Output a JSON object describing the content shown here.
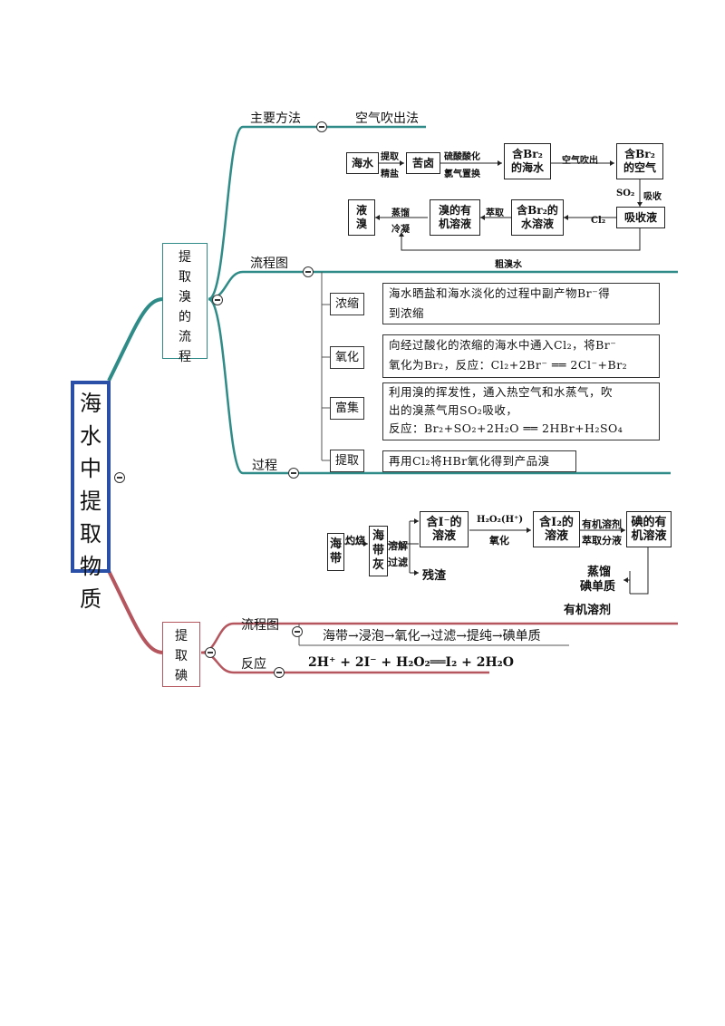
{
  "root": {
    "chars": [
      "海",
      "水",
      "中",
      "提",
      "取",
      "物",
      "质"
    ]
  },
  "bromine": {
    "title_chars": [
      "提",
      "取",
      "溴",
      "的",
      "流",
      "程"
    ],
    "method_label": "主要方法",
    "method_value": "空气吹出法",
    "flow_label": "流程图",
    "process_label": "过程",
    "flow": {
      "seawater": "海水",
      "extract_salt_top": "提取",
      "extract_salt_bottom": "精盐",
      "brine": "苦卤",
      "acidify_top": "硫酸酸化",
      "acidify_bottom": "氯气置换",
      "br2_seawater_1": "含Br₂",
      "br2_seawater_2": "的海水",
      "blow_out": "空气吹出",
      "br2_air_1": "含Br₂",
      "br2_air_2": "的空气",
      "so2": "SO₂",
      "absorb": "吸收",
      "absorb_liquid": "吸收液",
      "cl2": "Cl₂",
      "br2_aq_1": "含Br₂的",
      "br2_aq_2": "水溶液",
      "extract": "萃取",
      "br_org_1": "溴的有",
      "br_org_2": "机溶液",
      "distill_top": "蒸馏",
      "distill_bottom": "冷凝",
      "liquid_br_1": "液",
      "liquid_br_2": "溴",
      "crude_br_water": "粗溴水"
    },
    "steps": [
      {
        "tag": "浓缩",
        "lines": [
          "海水晒盐和海水淡化的过程中副产物Br⁻得",
          "到浓缩"
        ]
      },
      {
        "tag": "氧化",
        "lines": [
          "向经过酸化的浓缩的海水中通入Cl₂，将Br⁻",
          "氧化为Br₂，反应：Cl₂+2Br⁻ ══ 2Cl⁻+Br₂"
        ]
      },
      {
        "tag": "富集",
        "lines": [
          "利用溴的挥发性，通入热空气和水蒸气，吹",
          "出的溴蒸气用SO₂吸收，",
          "反应：Br₂+SO₂+2H₂O ══ 2HBr+H₂SO₄"
        ]
      },
      {
        "tag": "提取",
        "lines": [
          "再用Cl₂将HBr氧化得到产品溴"
        ]
      }
    ]
  },
  "iodine": {
    "title_chars": [
      "提",
      "取",
      "碘"
    ],
    "flow_label": "流程图",
    "reaction_label": "反应",
    "flow_text": "海带→浸泡→氧化→过滤→提纯→碘单质",
    "reaction": "2H⁺ + 2I⁻ + H₂O₂══I₂ + 2H₂O",
    "flow": {
      "kelp_1": "海",
      "kelp_2": "带",
      "burn": "灼烧",
      "ash_1": "海",
      "ash_2": "带",
      "ash_3": "灰",
      "dissolve": "溶解",
      "filter": "过滤",
      "residue": "残渣",
      "iodide_1": "含I⁻的",
      "iodide_2": "溶液",
      "oxidant": "H₂O₂(H⁺)",
      "oxidize": "氧化",
      "i2_sol_1": "含I₂的",
      "i2_sol_2": "溶液",
      "org_solvent_top": "有机溶剂",
      "extract_sep": "萃取分液",
      "i_org_1": "碘的有",
      "i_org_2": "机溶液",
      "distill": "蒸馏",
      "iodine_element": "碘单质",
      "org_solvent": "有机溶剂"
    }
  },
  "colors": {
    "teal": "#2e8b87",
    "red": "#b5555e",
    "blue": "#2a4fa6"
  }
}
